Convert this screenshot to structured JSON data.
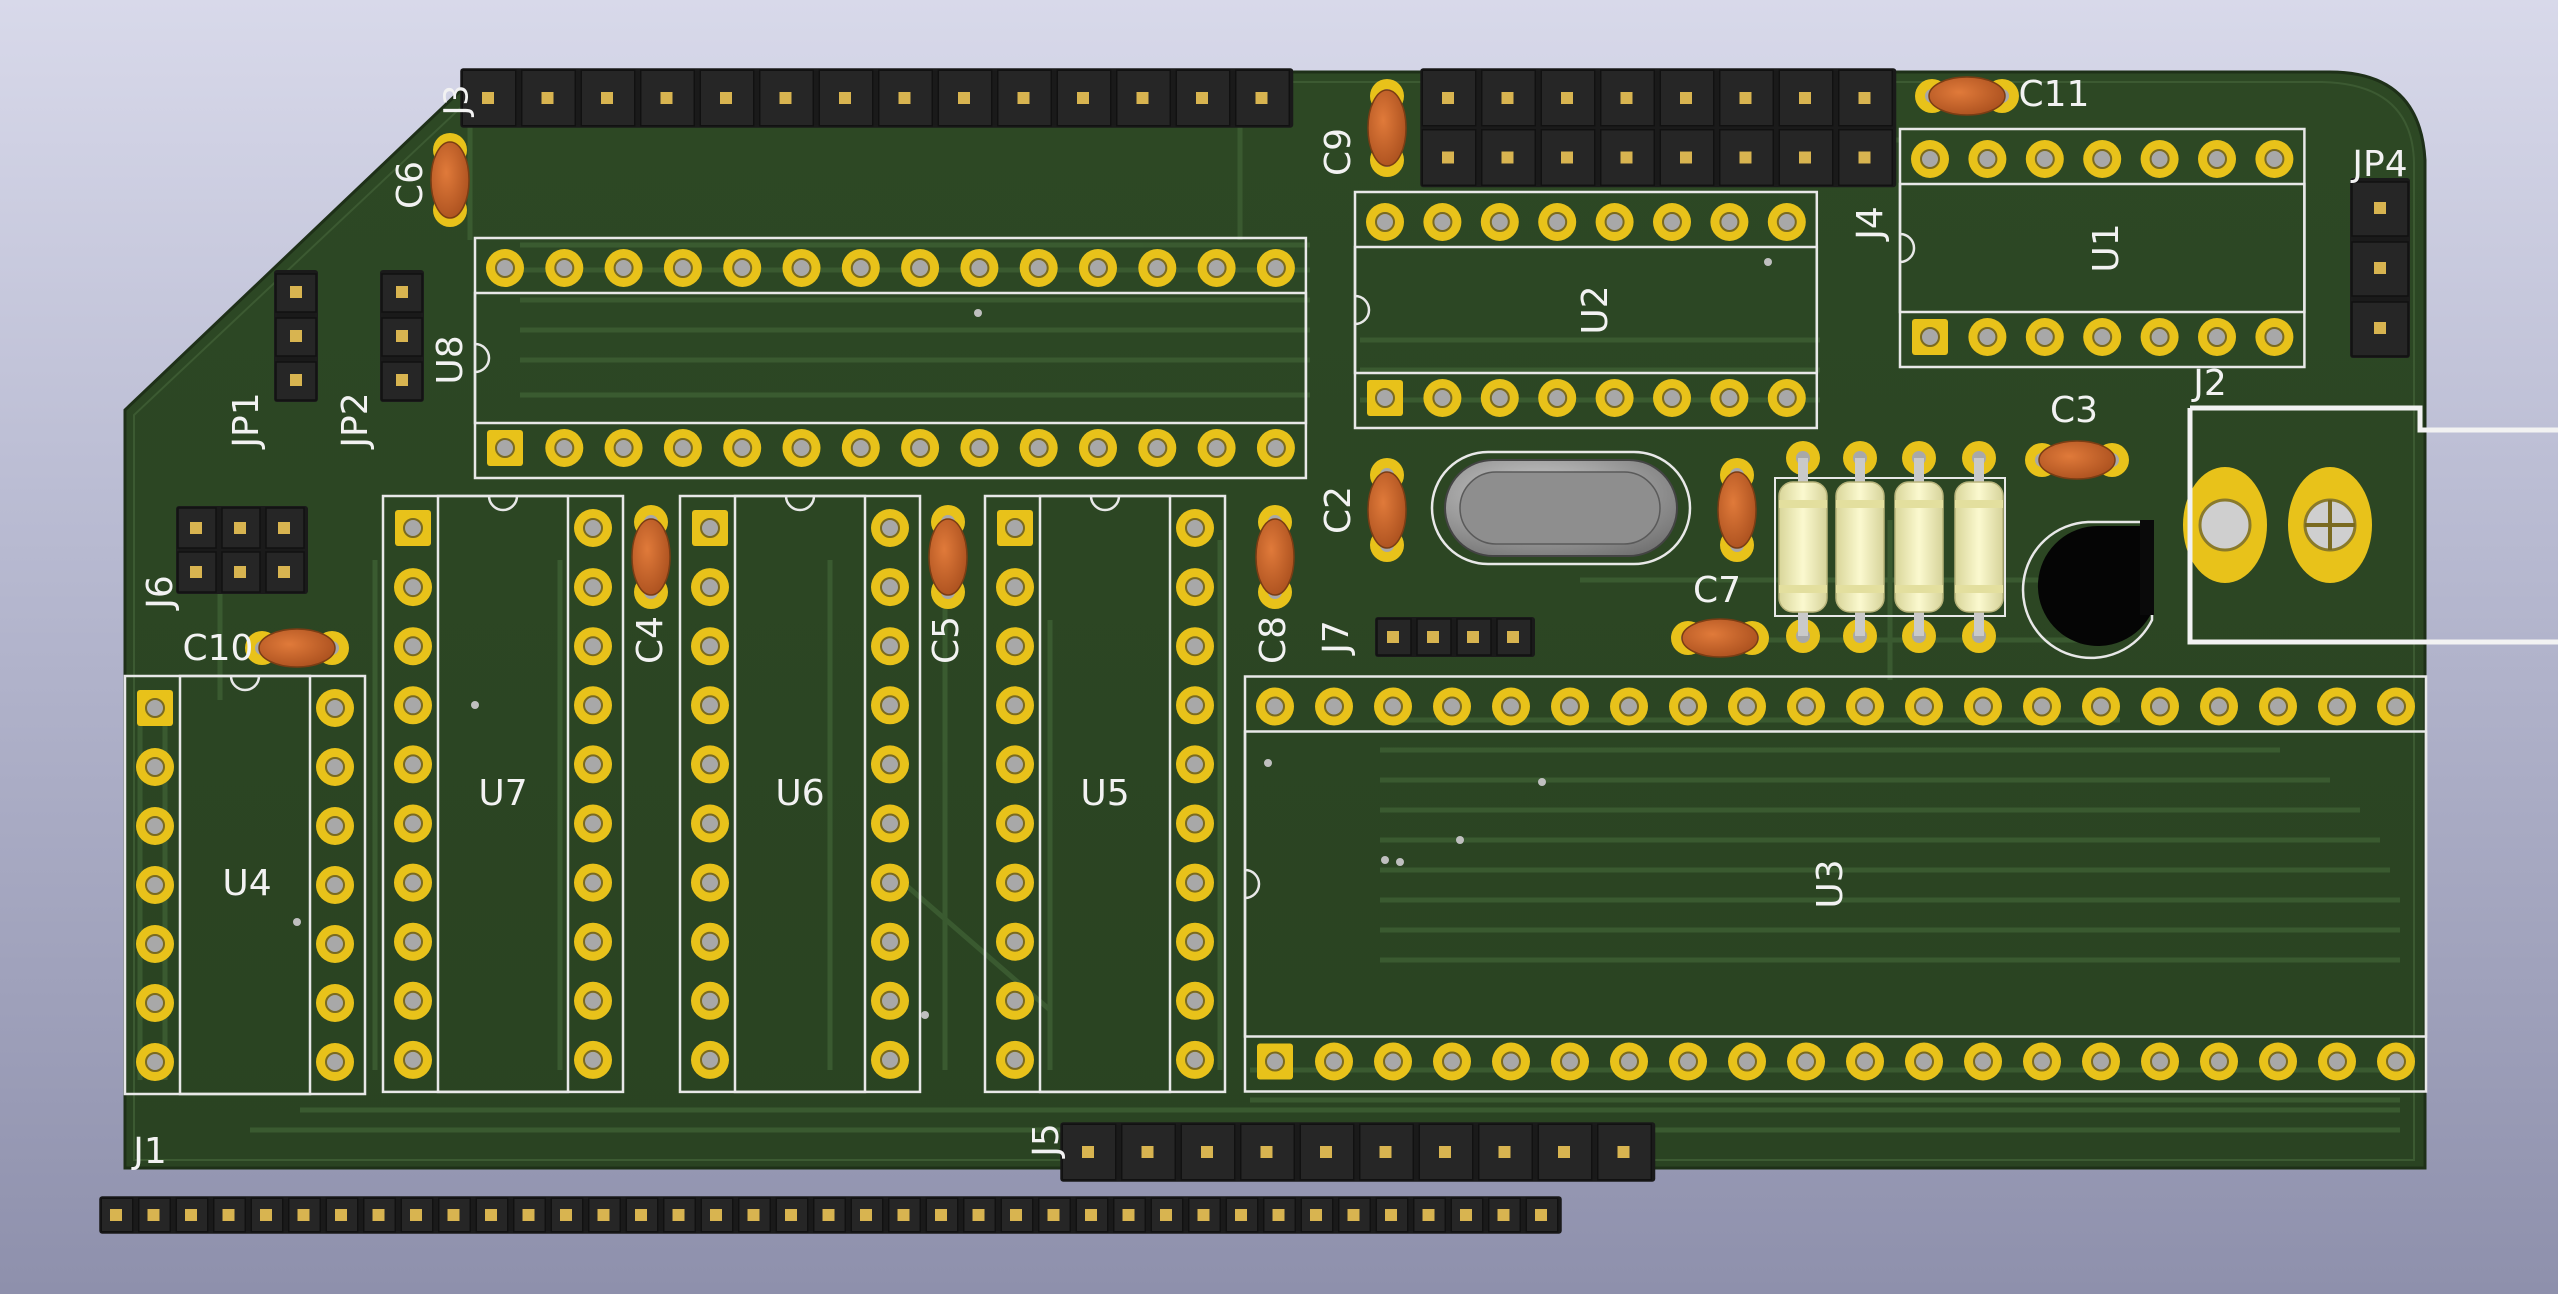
{
  "board": {
    "labels": {
      "J1": "J1",
      "J3": "J3",
      "J4": "J4",
      "J5": "J5",
      "J6": "J6",
      "J7": "J7",
      "J2": "J2",
      "JP1": "JP1",
      "JP2": "JP2",
      "JP4": "JP4",
      "U1": "U1",
      "U2": "U2",
      "U3": "U3",
      "U4": "U4",
      "U5": "U5",
      "U6": "U6",
      "U7": "U7",
      "U8": "U8",
      "C2": "C2",
      "C3": "C3",
      "C4": "C4",
      "C5": "C5",
      "C6": "C6",
      "C7": "C7",
      "C8": "C8",
      "C9": "C9",
      "C10": "C10",
      "C11": "C11"
    },
    "colors": {
      "pcb": "#2f4a27",
      "pcb_trace": "#3a5a30",
      "silkscreen": "#f2f2f2",
      "pad_gold": "#e8c21a",
      "header_black": "#1a1a1a",
      "pin_gold": "#d8b450",
      "capacitor": "#c0652a",
      "resistor_body": "#f3f0b2",
      "crystal": "#9a9a9a",
      "transistor": "#050505"
    }
  }
}
